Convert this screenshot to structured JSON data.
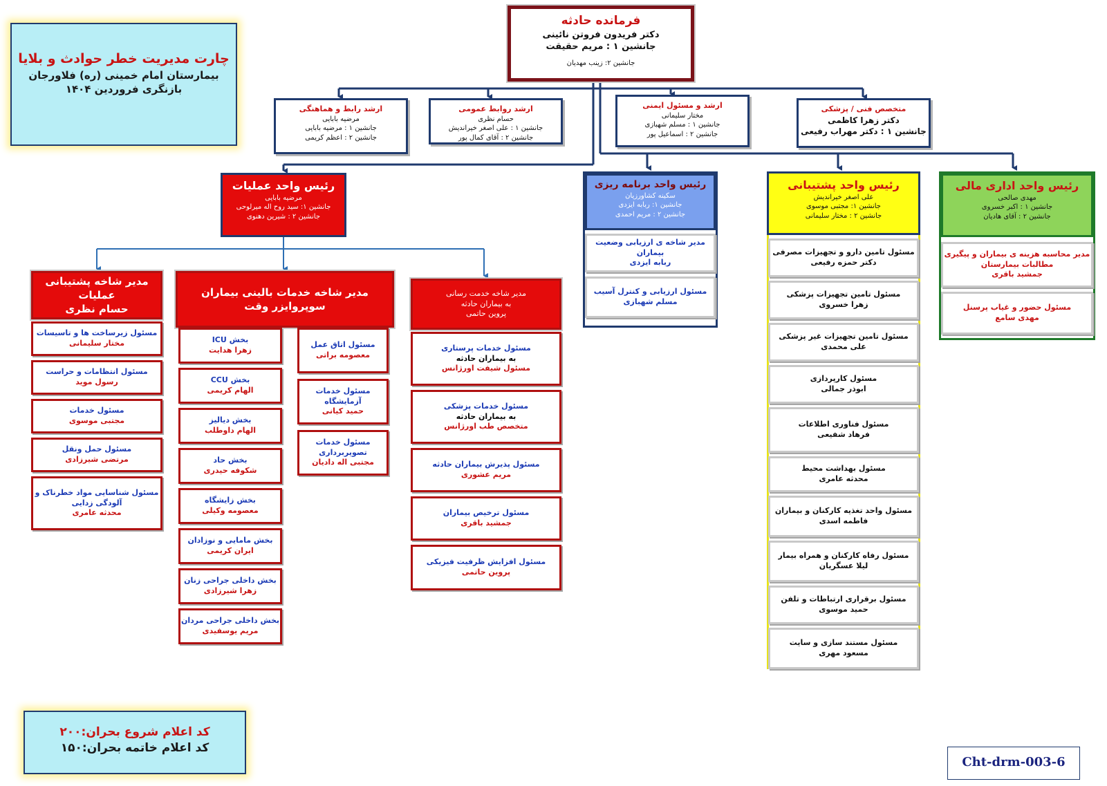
{
  "chart_title": {
    "line1": "چارت مدیریت خطر حوادث و بلایا",
    "line2": "بیمارستان امام خمینی (ره) فلاورجان",
    "line3": "بازنگری فروردین ۱۴۰۴"
  },
  "commander": {
    "title": "فرمانده حادثه",
    "name": "دکتر فریدون فروتن نائینی",
    "deputy1": "جانشین ۱ : مریم حقیقت",
    "deputy2": "جانشین ۲: زینب مهدیان"
  },
  "staff": [
    {
      "title": "ارشد رابط و هماهنگی",
      "lines": [
        "مرضیه بابایی",
        "جانشین ۱ : مرضیه بابایی",
        "جانشین ۲ : اعظم کریمی"
      ]
    },
    {
      "title": "ارشد روابط عمومی",
      "lines": [
        "حسام نظری",
        "جانشین ۱ : علی اصغر خیراندیش",
        "جانشین ۲ : آقای کمال پور"
      ]
    },
    {
      "title": "ارشد و مسئول ایمنی",
      "lines": [
        "مختار سلیمانی",
        "جانشین ۱ : مسلم شهبازی",
        "جانشین ۲ : اسماعیل پور"
      ]
    },
    {
      "title": "متخصص فنی / پزشکی",
      "lines": [
        "دکتر زهرا کاظمی",
        "جانشین ۱ : دکتر مهراب رفیعی"
      ]
    }
  ],
  "operations": {
    "title": "رئیس واحد عملیات",
    "lines": [
      "مرضیه بابایی",
      "جانشین ۱: سید روح اله میرلوحی",
      "جانشین ۲ : شیرین دهنوی"
    ],
    "support_branch": {
      "title": "مدیر شاخه پشتیبانی عملیات",
      "name": "حسام نظری",
      "items": [
        [
          "مسئول زیرساخت ها و تاسیسات",
          "مختار سلیمانی"
        ],
        [
          "مسئول انتظامات و حراست",
          "رسول موید"
        ],
        [
          "مسئول خدمات",
          "مجتبی موسوی"
        ],
        [
          "مسئول حمل ونقل",
          "مرتضی شیرزادی"
        ],
        [
          "مسئول شناسایی مواد خطرناک و آلودگی زدایی",
          "محدثه عامری"
        ]
      ]
    },
    "clinical_branch": {
      "title": "مدیر شاخه خدمات بالینی بیماران",
      "name": "سوپروایزر وقت",
      "wards": [
        [
          "بخش ICU",
          "زهرا هدایت"
        ],
        [
          "بخش CCU",
          "الهام کریمی"
        ],
        [
          "بخش دیالیز",
          "الهام داوطلب"
        ],
        [
          "بخش حاد",
          "شکوفه حیدری"
        ],
        [
          "بخش زایشگاه",
          "معصومه وکیلی"
        ],
        [
          "بخش مامایی و نوزادان",
          "ایران کریمی"
        ],
        [
          "بخش داخلی جراحی زنان",
          "زهرا شیرزادی"
        ],
        [
          "بخش داخلی جراحی مردان",
          "مریم یوسفیدی"
        ]
      ],
      "services": [
        [
          "مسئول اتاق عمل",
          "معصومه براتی"
        ],
        [
          "مسئول خدمات آزمایشگاه",
          "حمید کیانی"
        ],
        [
          "مسئول خدمات تصویربرداری",
          "مجتبی اله دادیان"
        ]
      ]
    },
    "rescue_branch": {
      "title": "مدیر شاخه خدمت رسانی",
      "title2": "به بیماران حادثه",
      "name": "پروین حاتمی",
      "items": [
        [
          "مسئول خدمات پرستاری",
          "به بیماران حادثه",
          "مسئول شیفت اورژانس"
        ],
        [
          "مسئول خدمات پزشکی",
          "به بیماران حادثه",
          "متخصص طب اورژانس"
        ],
        [
          "مسئول پذیرش بیماران حادثه",
          "مریم عشوری"
        ],
        [
          "مسئول ترخیص بیماران",
          "جمشید باقری"
        ],
        [
          "مسئول افزایش ظرفیت فیزیکی",
          "پروین حاتمی"
        ]
      ]
    }
  },
  "planning": {
    "title": "رئیس واحد برنامه ریزی",
    "lines": [
      "سکینه کشاورزیان",
      "جانشین ۱: ربابه ایزدی",
      "جانشین ۲ : مریم احمدی"
    ],
    "items": [
      [
        "مدیر شاخه ی ارزیابی وضعیت بیماران",
        "ربابه ایزدی"
      ],
      [
        "مسئول ارزیابی و کنترل آسیب",
        "مسلم شهبازی"
      ]
    ]
  },
  "logistics": {
    "title": "رئیس واحد پشتیبانی",
    "lines": [
      "علی اصغر خیراندیش",
      "جانشین ۱: مجتبی موسوی",
      "جانشین ۲ : مختار سلیمانی"
    ],
    "items": [
      [
        "مسئول تامین دارو و تجهیزات مصرفی",
        "دکتر حمزه رفیعی"
      ],
      [
        "مسئول تامین تجهیزات پزشکی",
        "زهرا خسروی"
      ],
      [
        "مسئول تامین تجهیزات غیر پزشکی",
        "علی محمدی"
      ],
      [
        "مسئول کارپردازی",
        "ابوذر جمالی"
      ],
      [
        "مسئول فناوری اطلاعات",
        "فرهاد شفیعی"
      ],
      [
        "مسئول بهداشت محیط",
        "محدثه عامری"
      ],
      [
        "مسئول واحد تغذیه کارکنان و بیماران",
        "فاطمه اسدی"
      ],
      [
        "مسئول رفاه کارکنان و همراه بیمار",
        "لیلا عسگریان"
      ],
      [
        "مسئول برقراری ارتباطات و تلفن",
        "حمید موسوی"
      ],
      [
        "مسئول مستند سازی و سایت",
        "مسعود مهری"
      ]
    ]
  },
  "finance": {
    "title": "رئیس واحد اداری مالی",
    "lines": [
      "مهدی صالحی",
      "جانشین ۱ : اکبر خسروی",
      "جانشین ۲ : آقای هادیان"
    ],
    "items": [
      [
        "مدیر محاسبه هزینه ی بیماران و پیگیری مطالبات بیمارستان",
        "جمشید باقری"
      ],
      [
        "مسئول حضور و غیاب پرسنل",
        "مهدی سامع"
      ]
    ]
  },
  "codes": {
    "start": "کد اعلام شروع بحران:۲۰۰",
    "end": "کد اعلام خاتمه بحران:۱۵۰"
  },
  "doc_code": "Cht-drm-003-6",
  "colors": {
    "red": "#e40b0b",
    "navy": "#1f3a6e",
    "yellow": "#ffff14",
    "green": "#8ed45a",
    "blue": "#7aa0ee",
    "cyan": "#b8eef6"
  }
}
